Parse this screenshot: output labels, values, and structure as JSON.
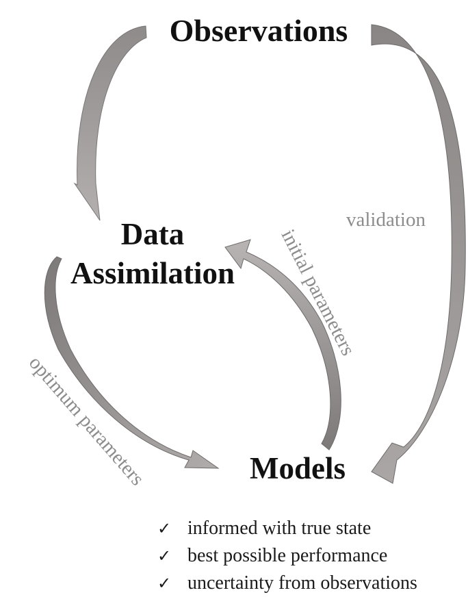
{
  "nodes": {
    "observations": "Observations",
    "data_assimilation_line1": "Data",
    "data_assimilation_line2": "Assimilation",
    "models": "Models"
  },
  "edges": {
    "validation": "validation",
    "initial_parameters": "initial parameters",
    "optimum_parameters": "optimum parameters"
  },
  "benefits": [
    {
      "check": "✓",
      "text": "informed with true state"
    },
    {
      "check": "✓",
      "text": "best possible performance"
    },
    {
      "check": "✓",
      "text": "uncertainty from observations"
    }
  ],
  "colors": {
    "arrow_fill": "#a9a5a4",
    "arrow_edge": "#6e6a69",
    "edge_label": "#8c8c8c",
    "node_text": "#111111"
  }
}
